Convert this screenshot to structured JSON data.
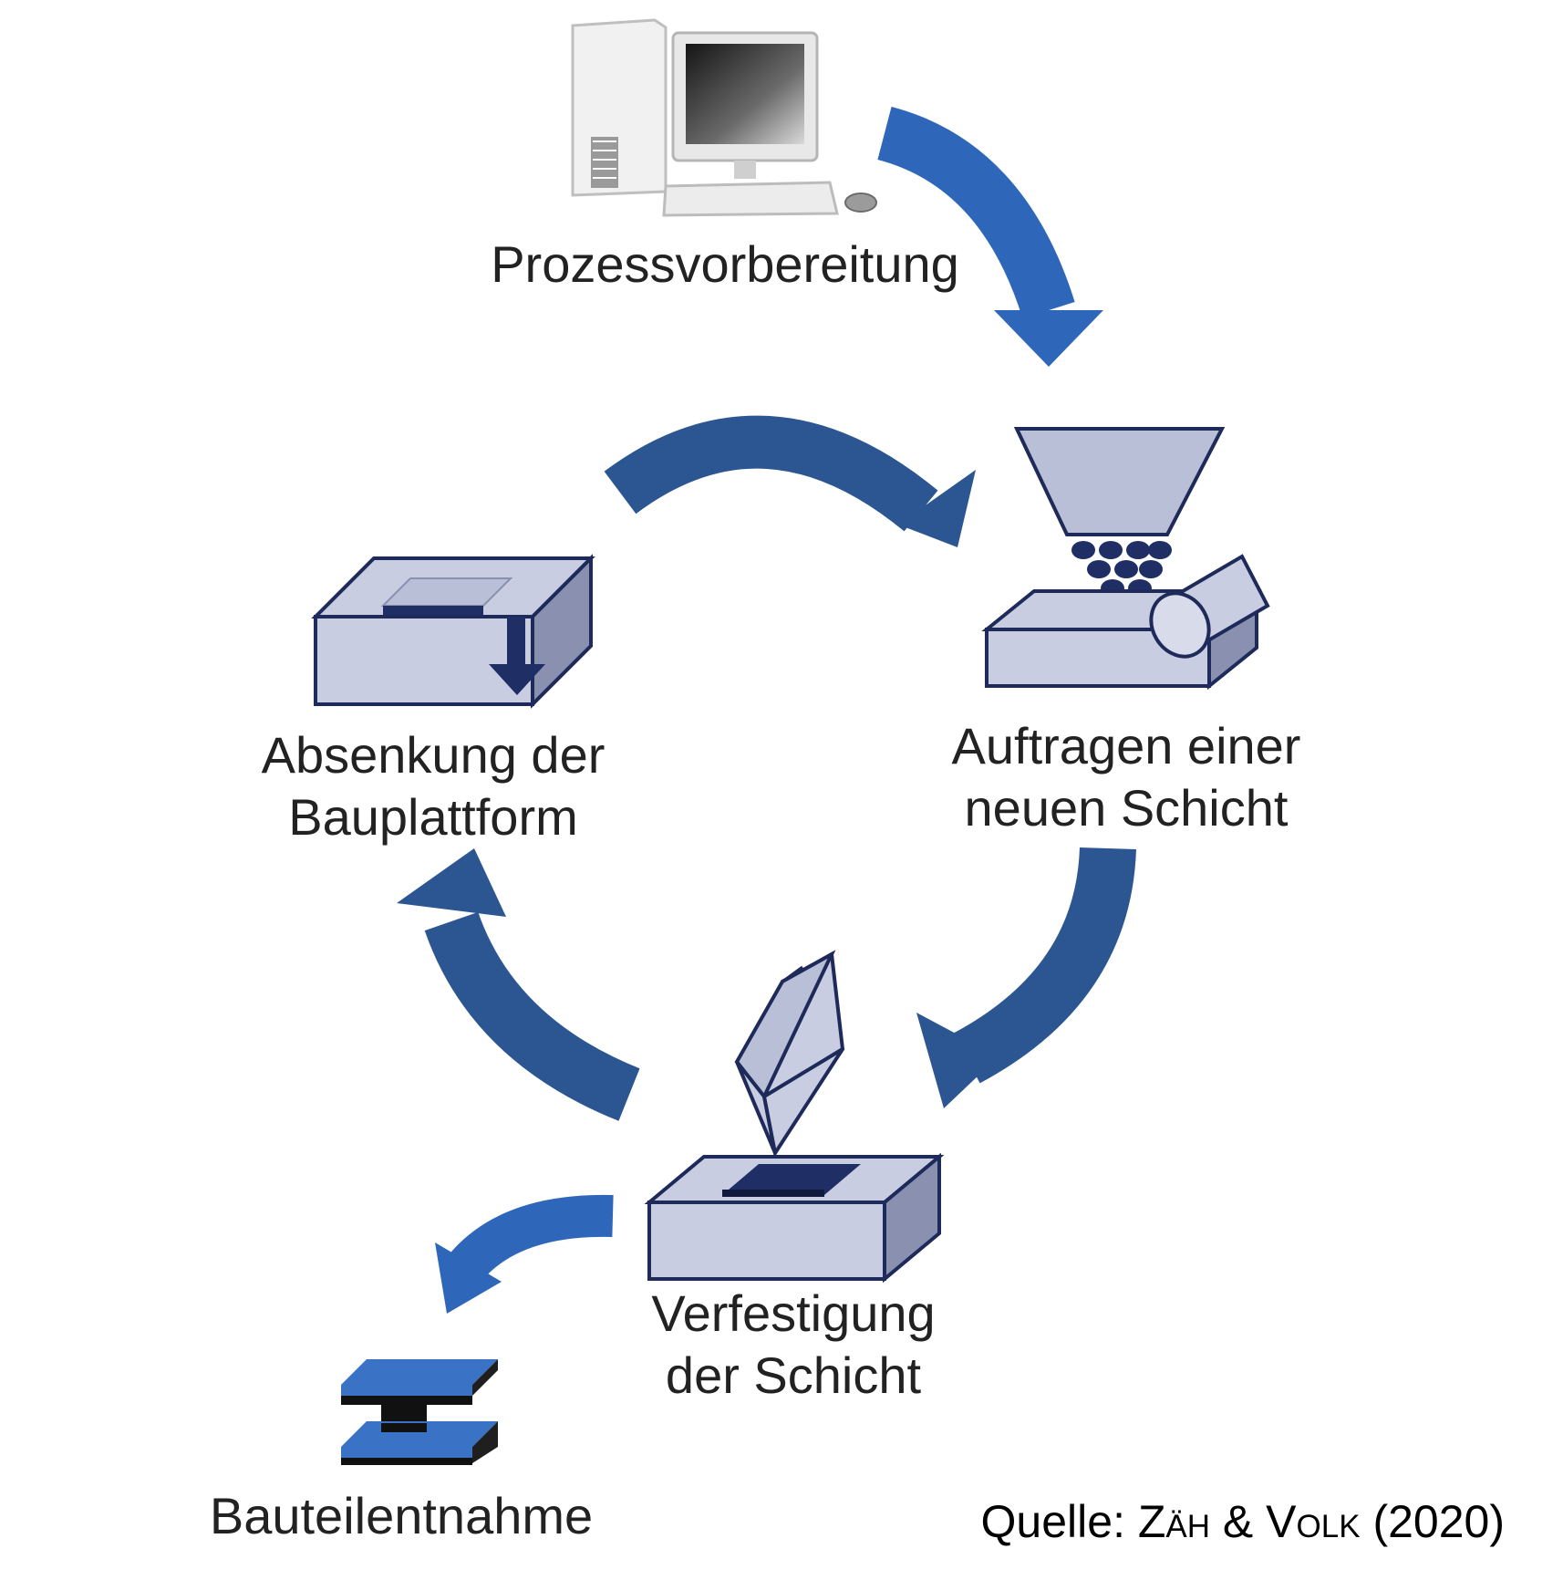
{
  "colors": {
    "arrow_light": "#2e67b9",
    "arrow_dark": "#2b5692",
    "hatch_fill": "#b8bfd6",
    "box_fill": "#c8cde2",
    "box_side": "#8a91b0",
    "outline": "#1e2a5a",
    "part_dark": "#1f2f66",
    "part_blue": "#3a72c6"
  },
  "steps": {
    "prep": {
      "label": "Prozessvorbereitung",
      "icon": "computer-icon"
    },
    "apply": {
      "label_line1": "Auftragen einer",
      "label_line2": "neuen Schicht",
      "icon": "powder-hopper-recoater-icon"
    },
    "solid": {
      "label_line1": "Verfestigung",
      "label_line2": "der Schicht",
      "icon": "energy-source-build-box-icon"
    },
    "lower": {
      "label_line1": "Absenkung der",
      "label_line2": "Bauplattform",
      "icon": "lowering-platform-icon"
    },
    "remove": {
      "label": "Bauteilentnahme",
      "icon": "finished-part-icon"
    }
  },
  "source": {
    "prefix": "Quelle: ",
    "author1": "Zäh",
    "amp": " & ",
    "author2": "Volk",
    "year": " (2020)"
  }
}
